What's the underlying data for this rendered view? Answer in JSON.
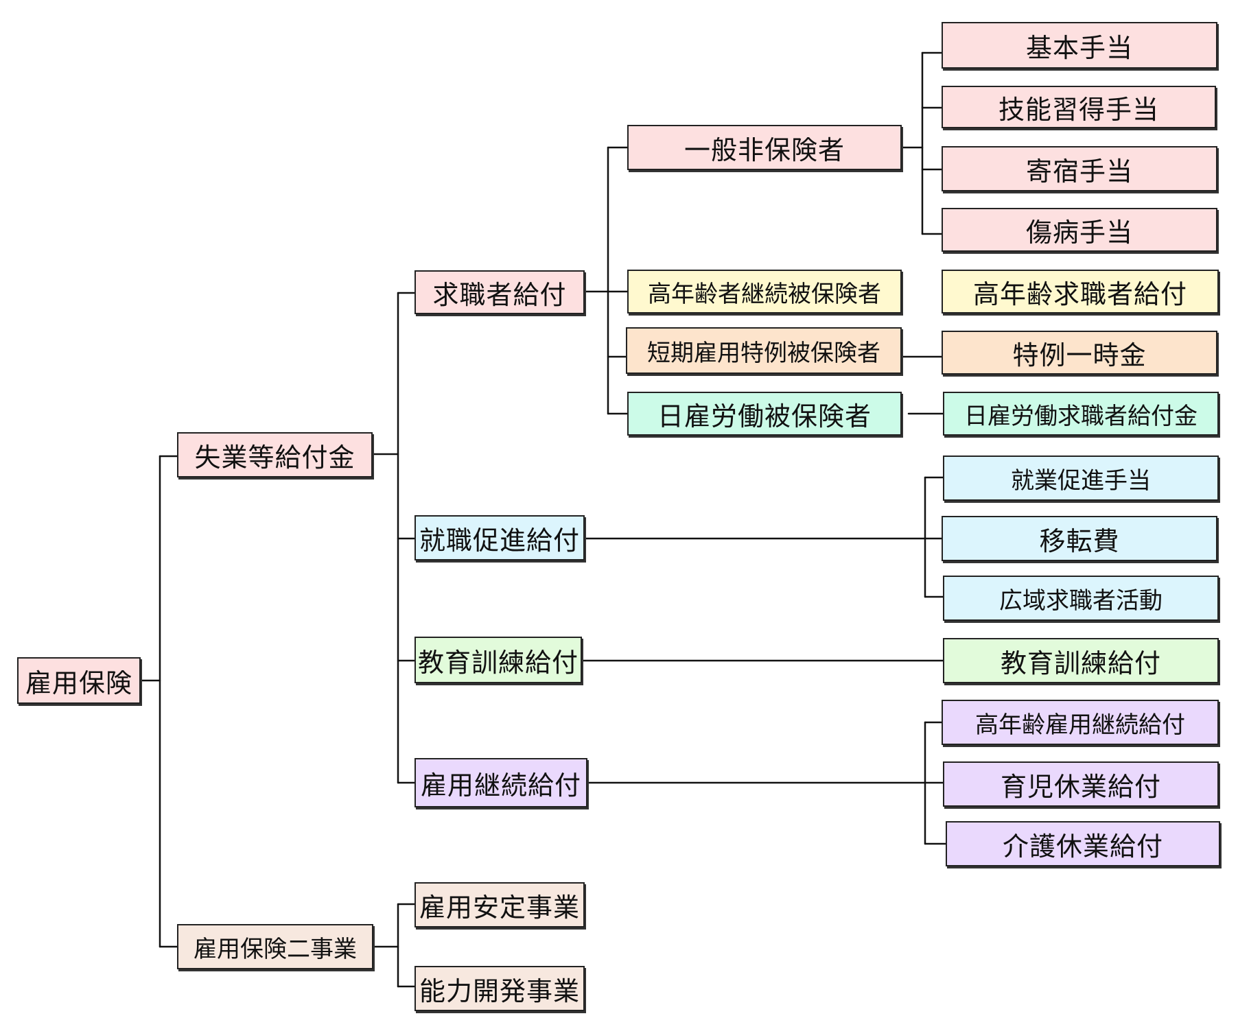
{
  "colors": {
    "pink": "#fde0e0",
    "yellow": "#fff9cf",
    "orange": "#fde4cc",
    "mint": "#ccfbe8",
    "blue": "#dcf5fd",
    "green": "#e2fbdb",
    "purple": "#ead9fd",
    "beige": "#f7e8df",
    "line": "#111111"
  },
  "nodes": {
    "root": "雇用保険",
    "unemployment_benefits": "失業等給付金",
    "two_programs": "雇用保険二事業",
    "job_seeker_benefits": "求職者給付",
    "reemployment_promotion": "就職促進給付",
    "education_training": "教育訓練給付",
    "employment_continuation": "雇用継続給付",
    "employment_stabilization": "雇用安定事業",
    "capability_development": "能力開発事業",
    "general_insured": "一般非保険者",
    "elderly_insured": "高年齢者継続被保険者",
    "short_term_insured": "短期雇用特例被保険者",
    "day_laborer_insured": "日雇労働被保険者",
    "basic_allowance": "基本手当",
    "skill_allowance": "技能習得手当",
    "boarding_allowance": "寄宿手当",
    "sickness_allowance": "傷病手当",
    "elderly_benefit": "高年齢求職者給付",
    "special_lump_sum": "特例一時金",
    "day_laborer_benefit": "日雇労働求職者給付金",
    "employment_promotion_allowance": "就業促進手当",
    "relocation_expenses": "移転費",
    "wide_area_job_search": "広域求職者活動",
    "education_training_benefit": "教育訓練給付",
    "elderly_continuation_benefit": "高年齢雇用継続給付",
    "childcare_leave_benefit": "育児休業給付",
    "family_care_leave_benefit": "介護休業給付"
  }
}
